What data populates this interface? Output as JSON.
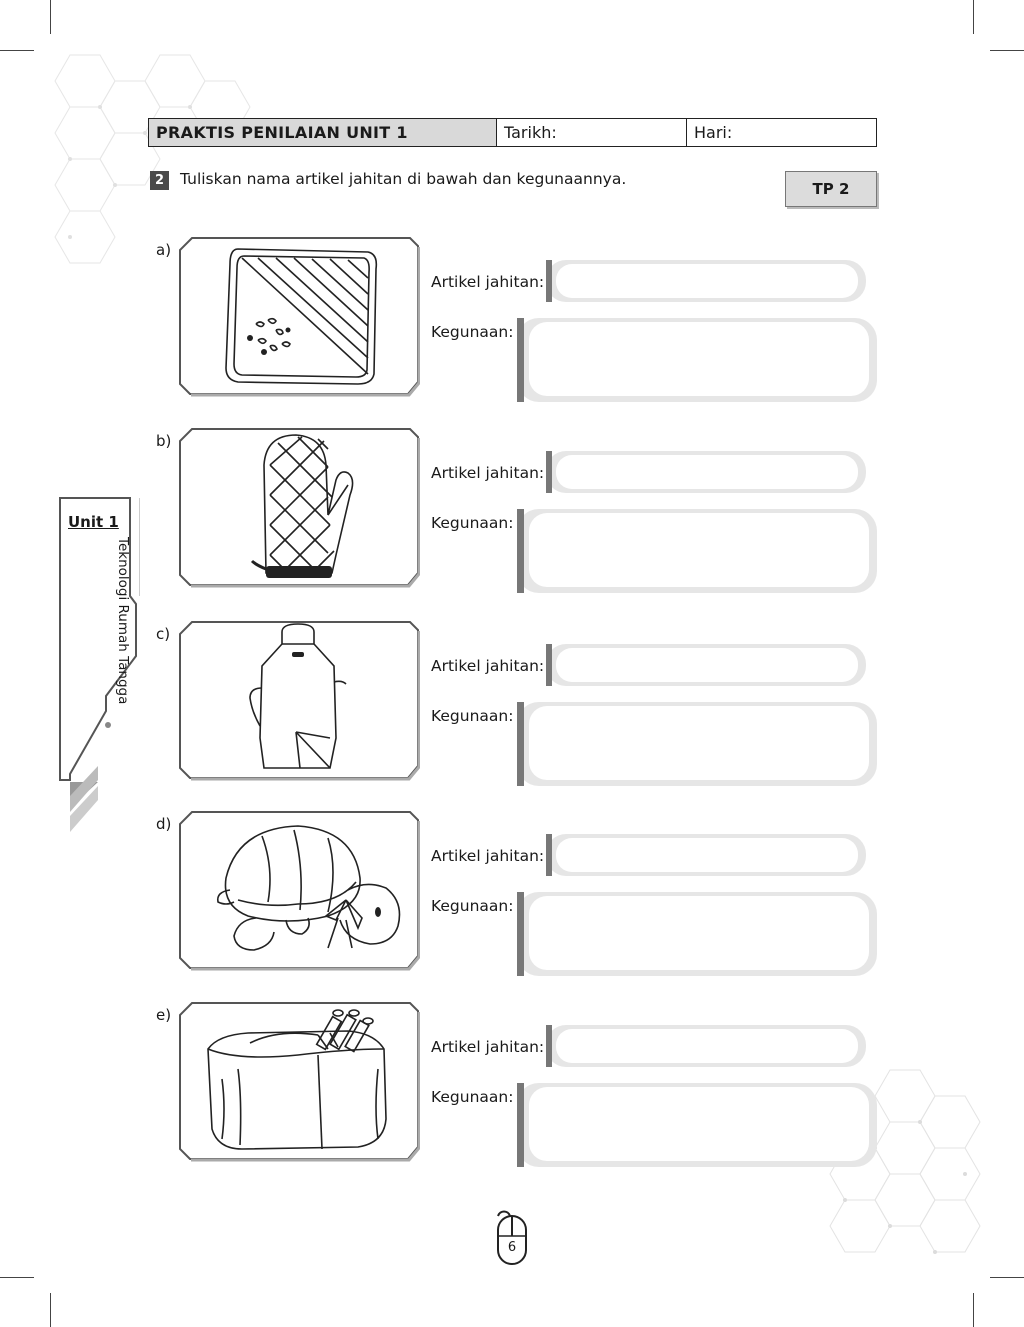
{
  "header": {
    "title": "PRAKTIS PENILAIAN UNIT 1",
    "date_label": "Tarikh:",
    "day_label": "Hari:"
  },
  "question": {
    "number": "2",
    "text": "Tuliskan nama artikel jahitan di bawah dan kegunaannya.",
    "level": "TP 2"
  },
  "side_tab": {
    "unit": "Unit 1",
    "topic": "Teknologi Rumah Tangga"
  },
  "items": [
    {
      "letter": "a)",
      "icon": "pot-holder-icon",
      "name_label": "Artikel jahitan:",
      "use_label": "Kegunaan:",
      "name_value": "",
      "use_value": ""
    },
    {
      "letter": "b)",
      "icon": "oven-mitt-icon",
      "name_label": "Artikel jahitan:",
      "use_label": "Kegunaan:",
      "name_value": "",
      "use_value": ""
    },
    {
      "letter": "c)",
      "icon": "apron-icon",
      "name_label": "Artikel jahitan:",
      "use_label": "Kegunaan:",
      "name_value": "",
      "use_value": ""
    },
    {
      "letter": "d)",
      "icon": "turtle-pillow-icon",
      "name_label": "Artikel jahitan:",
      "use_label": "Kegunaan:",
      "name_value": "",
      "use_value": ""
    },
    {
      "letter": "e)",
      "icon": "pencil-case-icon",
      "name_label": "Artikel jahitan:",
      "use_label": "Kegunaan:",
      "name_value": "",
      "use_value": ""
    }
  ],
  "page_number": "6",
  "colors": {
    "header_fill": "#d9d9d9",
    "field_fill": "#e6e6e6",
    "bar": "#777777"
  }
}
